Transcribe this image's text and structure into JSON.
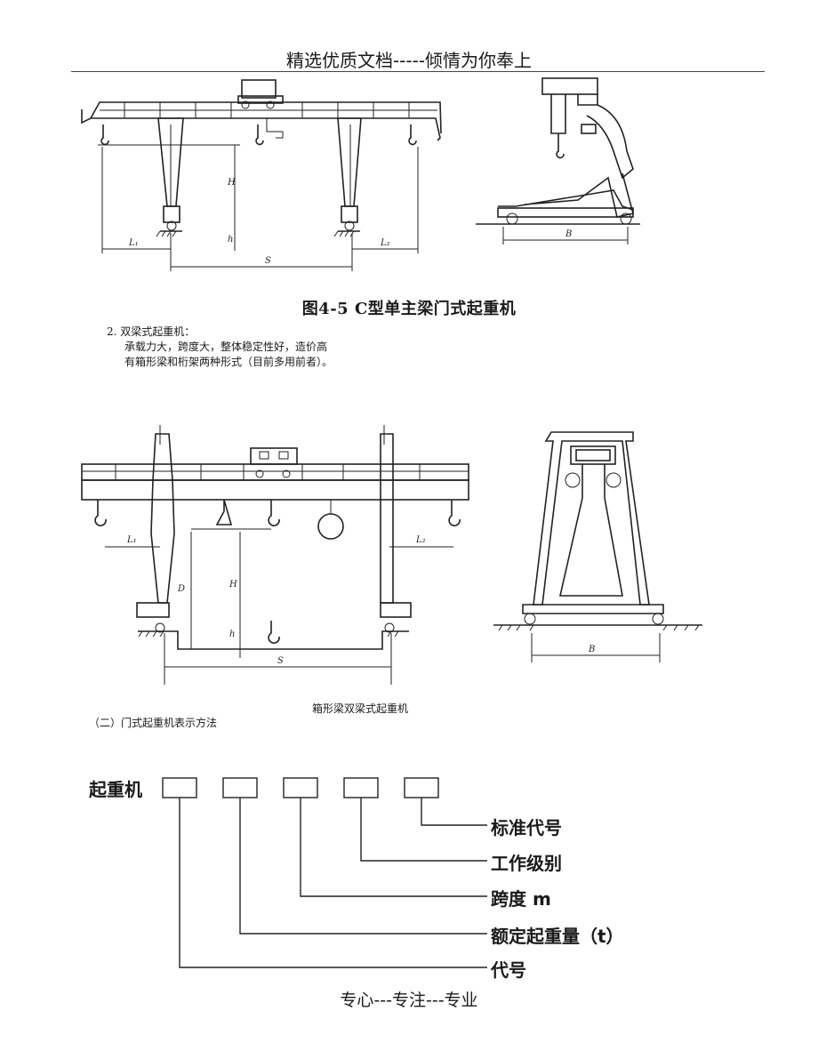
{
  "header": "精选优质文档-----倾情为你奉上",
  "figure1": {
    "caption": "图4-5    C型单主梁门式起重机",
    "labels": {
      "H": "H",
      "h": "h",
      "L1": "L₁",
      "L2": "L₂",
      "S": "S",
      "B": "B"
    }
  },
  "section2": {
    "title": "2. 双梁式起重机：",
    "line1": "承载力大，跨度大，整体稳定性好，造价高",
    "line2": "有箱形梁和桁架两种形式（目前多用前者）。"
  },
  "figure2": {
    "caption": "箱形梁双梁式起重机",
    "labels": {
      "L1": "L₁",
      "L2": "L₂",
      "D": "D",
      "H": "H",
      "h": "h",
      "S": "S",
      "B": "B"
    }
  },
  "section3": {
    "title": "（二）门式起重机表示方法"
  },
  "notation": {
    "prefix": "起重机",
    "items": [
      "标准代号",
      "工作级别",
      "跨度 m",
      "额定起重量（t）",
      "代号"
    ]
  },
  "footer": "专心---专注---专业"
}
